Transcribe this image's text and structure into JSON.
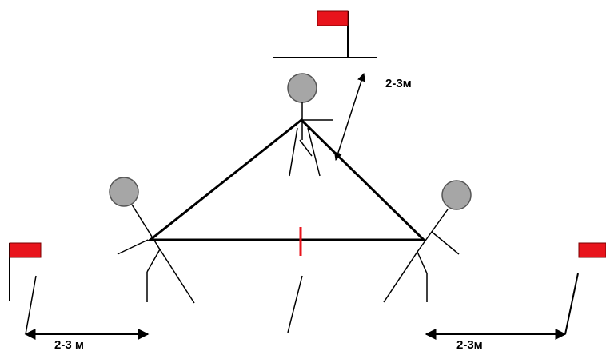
{
  "labels": {
    "top_distance": "2-3м",
    "left_distance": "2-3 м",
    "right_distance": "2-3м"
  },
  "colors": {
    "flag": "#e8141c",
    "head": "#a6a6a6",
    "line": "#000000",
    "midpoint_mark": "#e8141c"
  },
  "icons": {
    "flag": "flag-icon",
    "person": "stick-figure",
    "arrow": "double-arrow"
  }
}
